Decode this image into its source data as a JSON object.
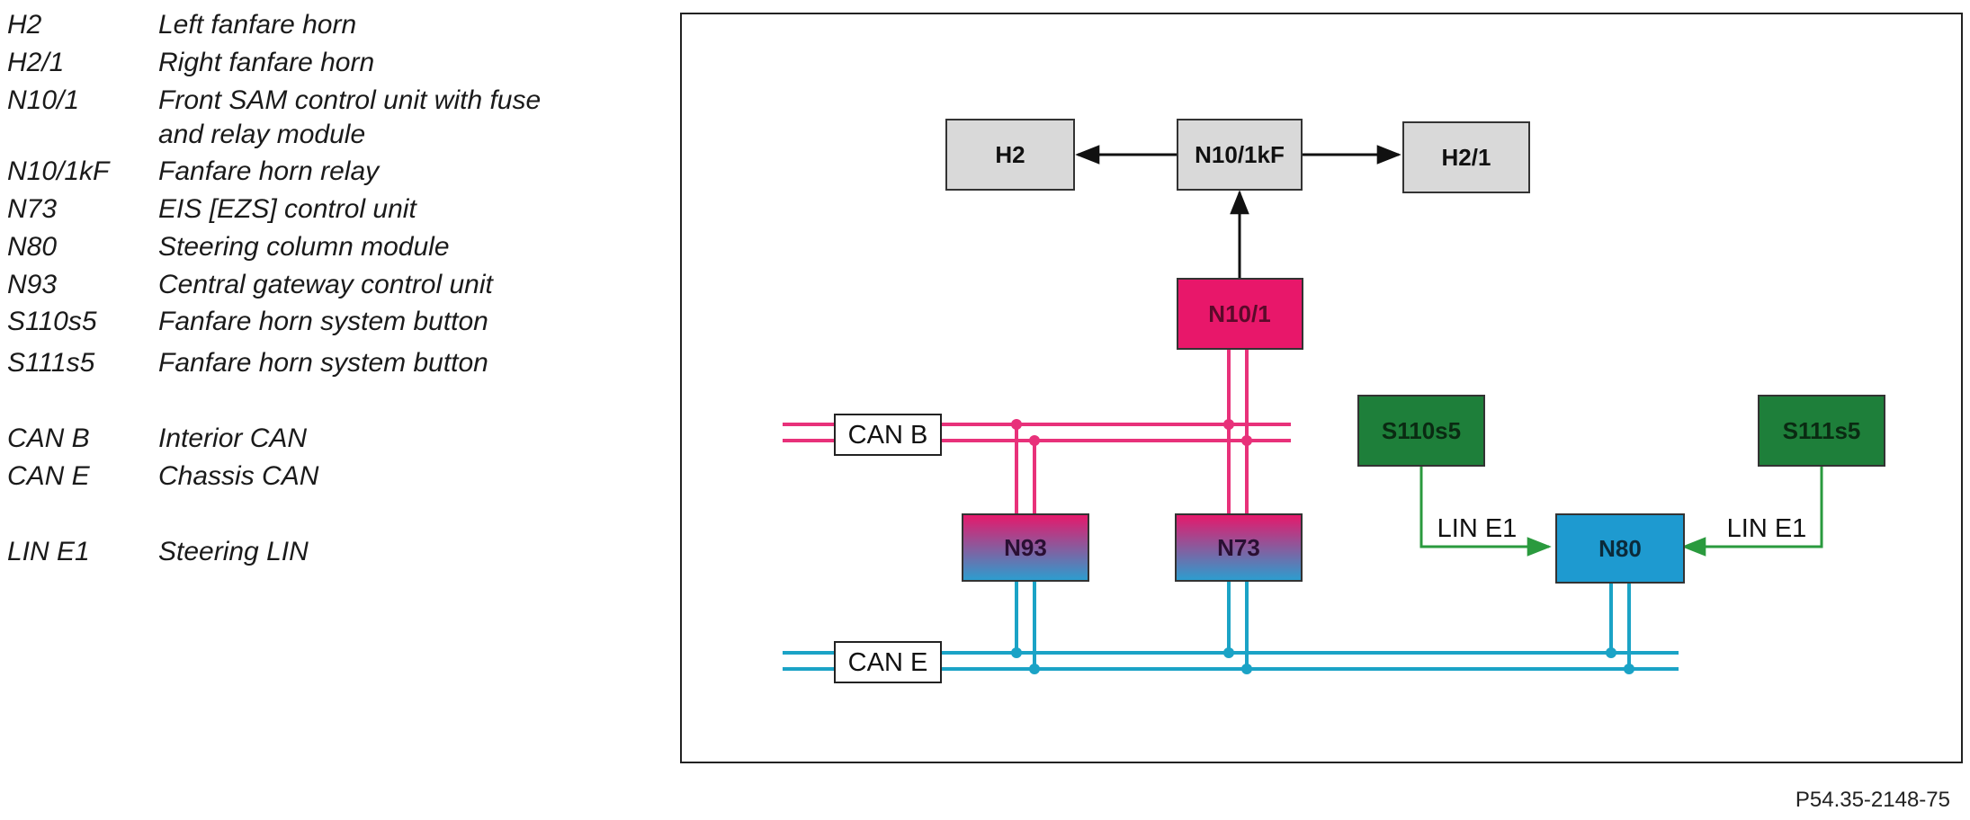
{
  "legend": {
    "entries": [
      {
        "code": "H2",
        "desc": "Left fanfare horn"
      },
      {
        "code": "H2/1",
        "desc": "Right fanfare horn"
      },
      {
        "code": "N10/1",
        "desc": "Front SAM control unit with fuse",
        "desc2": "and relay module"
      },
      {
        "code": "N10/1kF",
        "desc": "Fanfare horn relay"
      },
      {
        "code": "N73",
        "desc": "EIS [EZS] control unit"
      },
      {
        "code": "N80",
        "desc": "Steering column module"
      },
      {
        "code": "N93",
        "desc": "Central gateway control unit"
      },
      {
        "code": "S110s5",
        "desc": "Fanfare horn system button"
      },
      {
        "code": "S111s5",
        "desc": "Fanfare horn system button"
      },
      {
        "code": "CAN B",
        "desc": "Interior CAN"
      },
      {
        "code": "CAN E",
        "desc": "Chassis CAN"
      },
      {
        "code": "LIN E1",
        "desc": "Steering LIN"
      }
    ]
  },
  "diagram": {
    "components": {
      "h2": "H2",
      "n10_1kf": "N10/1kF",
      "h2_1": "H2/1",
      "n10_1": "N10/1",
      "n93": "N93",
      "n73": "N73",
      "s110s5": "S110s5",
      "s111s5": "S111s5",
      "n80": "N80"
    },
    "buses": {
      "can_b": "CAN B",
      "can_e": "CAN E",
      "lin_e1_left": "LIN E1",
      "lin_e1_right": "LIN E1"
    },
    "colors": {
      "can_b": "#e8317a",
      "can_e": "#1ba3c6",
      "lin": "#2a9a3e",
      "module_gray": "#d9d9d9",
      "sam_magenta": "#e8176a",
      "button_green": "#1e7f3a",
      "n80_blue": "#1e9ad0"
    }
  },
  "figure_code": "P54.35-2148-75"
}
